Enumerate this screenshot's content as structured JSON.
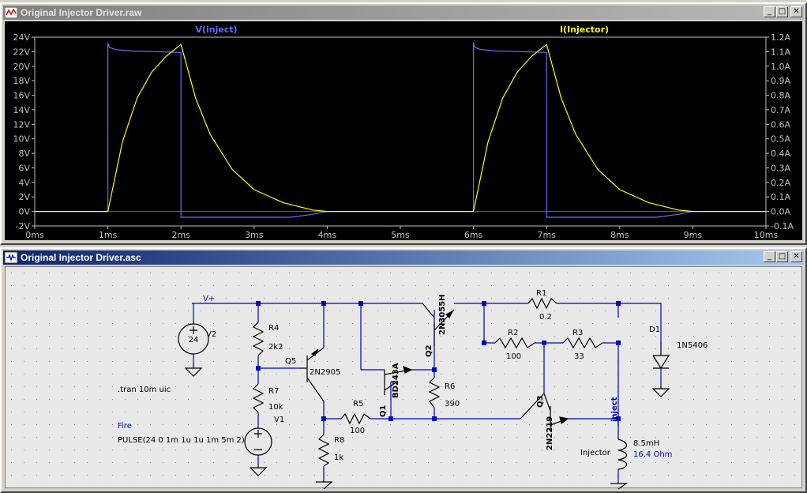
{
  "waveform_window": {
    "title": "Original Injector Driver.raw",
    "controls": {
      "minimize": "_",
      "restore": "□",
      "close": "✕"
    },
    "trace_labels": {
      "left": "V(inject)",
      "right": "I(Injector)"
    },
    "colors": {
      "background": "#000000",
      "voltage": "#6a6aff",
      "current": "#ffff00",
      "axis": "#c0c0c0"
    }
  },
  "chart_data": {
    "type": "line",
    "title": "",
    "xlabel": "",
    "ylabel": "",
    "x_ticks": [
      "0ms",
      "1ms",
      "2ms",
      "3ms",
      "4ms",
      "5ms",
      "6ms",
      "7ms",
      "8ms",
      "9ms",
      "10ms"
    ],
    "xlim": [
      0,
      10
    ],
    "y_left_ticks": [
      "24V",
      "22V",
      "20V",
      "18V",
      "16V",
      "14V",
      "12V",
      "10V",
      "8V",
      "6V",
      "4V",
      "2V",
      "0V",
      "-2V"
    ],
    "ylim_left": [
      -2,
      24
    ],
    "y_right_ticks": [
      "1.2A",
      "1.1A",
      "1.0A",
      "0.9A",
      "0.8A",
      "0.7A",
      "0.6A",
      "0.5A",
      "0.4A",
      "0.3A",
      "0.2A",
      "0.1A",
      "0.0A",
      "-0.1A"
    ],
    "ylim_right": [
      -0.1,
      1.2
    ],
    "series": [
      {
        "name": "V(inject)",
        "axis": "left",
        "x": [
          0,
          1.0,
          1.0,
          1.02,
          1.1,
          1.3,
          2.0,
          2.0,
          3.0,
          3.5,
          3.8,
          4.0,
          6.0,
          6.0,
          6.02,
          6.1,
          6.3,
          7.0,
          7.0,
          8.0,
          8.5,
          8.8,
          9.0,
          10.0
        ],
        "y": [
          0,
          0,
          23.2,
          22.6,
          22.3,
          22.1,
          21.9,
          -0.8,
          -0.8,
          -0.8,
          -0.4,
          0,
          0,
          23.2,
          22.6,
          22.3,
          22.1,
          21.9,
          -0.8,
          -0.8,
          -0.8,
          -0.4,
          0,
          0
        ]
      },
      {
        "name": "I(Injector)",
        "axis": "right",
        "x": [
          0,
          1.0,
          1.2,
          1.4,
          1.6,
          1.8,
          2.0,
          2.2,
          2.4,
          2.7,
          3.0,
          3.4,
          3.8,
          4.0,
          6.0,
          6.2,
          6.4,
          6.6,
          6.8,
          7.0,
          7.2,
          7.4,
          7.7,
          8.0,
          8.4,
          8.8,
          9.0,
          10.0
        ],
        "y": [
          0,
          0,
          0.48,
          0.78,
          0.96,
          1.07,
          1.15,
          0.78,
          0.53,
          0.29,
          0.15,
          0.06,
          0.01,
          0,
          0,
          0.48,
          0.78,
          0.96,
          1.07,
          1.15,
          0.78,
          0.53,
          0.29,
          0.15,
          0.06,
          0.01,
          0,
          0
        ]
      }
    ],
    "grid": false,
    "legend": "top"
  },
  "schematic_window": {
    "title": "Original Injector Driver.asc",
    "controls": {
      "minimize": "_",
      "restore": "□",
      "close": "✕"
    },
    "labels": {
      "vplus": "V+",
      "v2_name": "V2",
      "v2_value": "24",
      "r4_name": "R4",
      "r4_value": "2k2",
      "q5_name": "Q5",
      "q5_model": "2N2905",
      "r7_name": "R7",
      "r7_value": "10k",
      "v1_name": "V1",
      "r8_name": "R8",
      "r8_value": "1k",
      "r5_name": "R5",
      "r5_value": "100",
      "q1_name": "Q1",
      "q1_model": "BD243A",
      "q2_name": "Q2",
      "q2_model": "2N3055H",
      "r6_name": "R6",
      "r6_value": "390",
      "r1_name": "R1",
      "r1_value": "0.2",
      "r2_name": "R2",
      "r2_value": "100",
      "r3_name": "R3",
      "r3_value": "33",
      "q3_name": "Q3",
      "q3_model": "2N2219",
      "d1_name": "D1",
      "d1_model": "1N5406",
      "net_inject": "inject",
      "net_fire": "Fire",
      "l_value": "8.5mH",
      "l_resistance": "16.4 Ohm",
      "l_name": "Injector",
      "directive": ".tran 10m uic",
      "pulse": "PULSE(24 0 1m 1u 1u 1m 5m 2)"
    },
    "colors": {
      "wire": "#0000c0",
      "text": "#000000",
      "net_label": "#0000c0",
      "background": "#e8e8e8"
    }
  }
}
